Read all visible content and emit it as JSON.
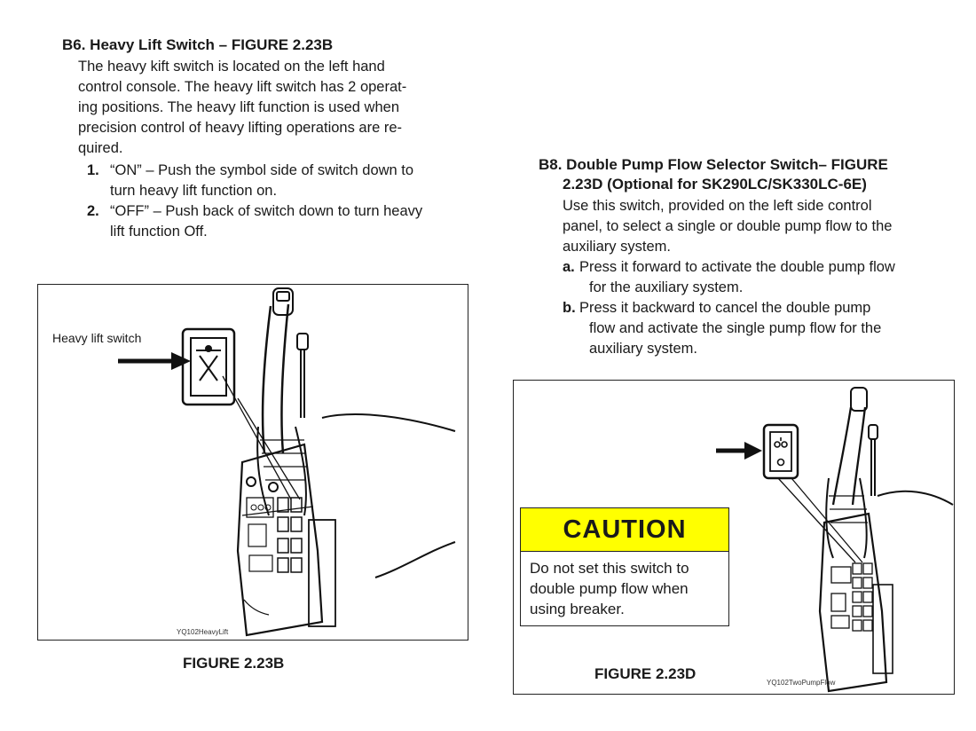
{
  "section_b6": {
    "heading": "B6.  Heavy Lift Switch – FIGURE 2.23B",
    "para_lines": [
      "The heavy kift switch is located on the left hand",
      "control console. The heavy lift switch has 2 operat-",
      "ing positions. The heavy lift function is used when",
      "precision control of heavy lifting operations are re-",
      "quired."
    ],
    "items": [
      {
        "num": "1.",
        "lines": [
          "“ON” – Push the symbol side of switch down to",
          "turn heavy lift function on."
        ]
      },
      {
        "num": "2.",
        "lines": [
          "“OFF” – Push back of switch down to turn heavy",
          "lift function Off."
        ]
      }
    ]
  },
  "figure_b": {
    "callout": "Heavy lift switch",
    "image_id": "YQ102HeavyLift",
    "caption": "FIGURE 2.23B"
  },
  "section_b8": {
    "heading_line1": "B8. Double Pump Flow Selector Switch– FIGURE",
    "heading_line2": "2.23D (Optional for SK290LC/SK330LC-6E)",
    "para_lines": [
      "Use this switch, provided on the left side control",
      "panel, to select a single or double pump flow to the",
      "auxiliary system."
    ],
    "items": [
      {
        "num": "a.",
        "lines": [
          "Press it forward to activate the double pump flow",
          "for the auxiliary system."
        ]
      },
      {
        "num": "b.",
        "lines": [
          "Press it backward to cancel the double pump",
          "flow and activate the single pump flow for the",
          "auxiliary system."
        ]
      }
    ]
  },
  "figure_d": {
    "caution_title": "CAUTION",
    "caution_lines": [
      "Do not set this switch to",
      "double pump flow when",
      "using breaker."
    ],
    "caption": "FIGURE 2.23D",
    "image_id": "YQ102TwoPumpFlow"
  },
  "colors": {
    "caution_yellow": "#ffff00",
    "ink": "#1a1a1a"
  }
}
